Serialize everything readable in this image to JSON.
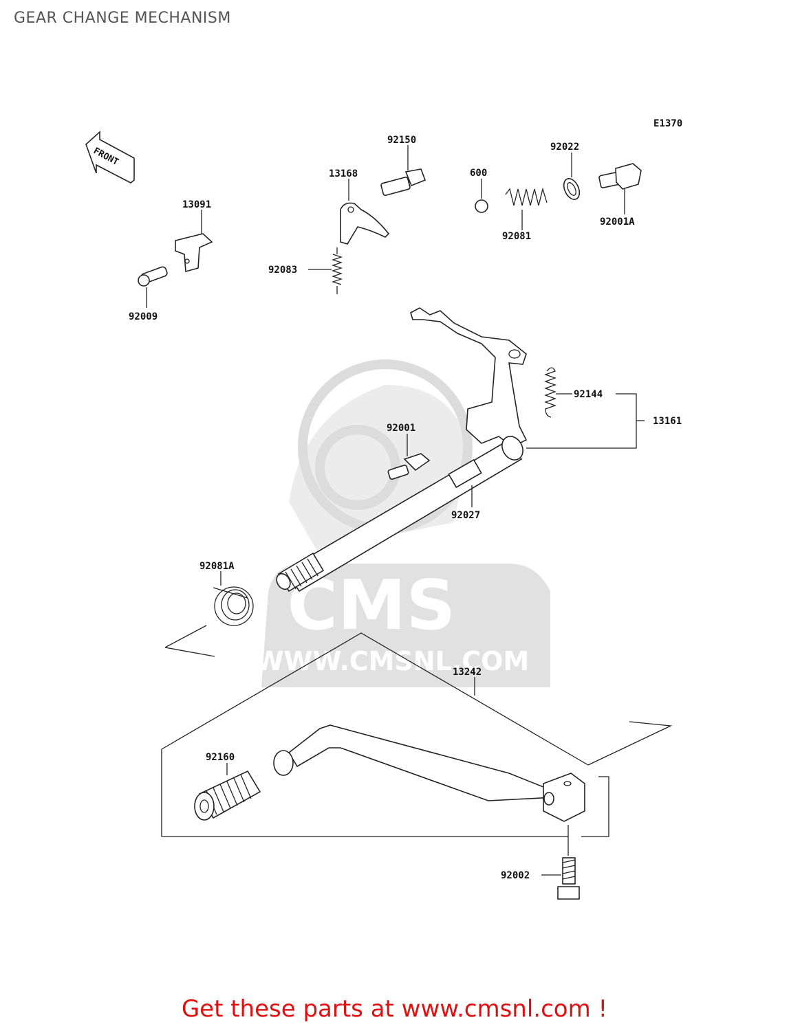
{
  "title": "GEAR CHANGE MECHANISM",
  "diagram_code": "E1370",
  "front_label": "FRONT",
  "watermark": {
    "logo_text": "CMS",
    "url_text": "WWW.CMSNL.COM"
  },
  "parts": {
    "p13091": "13091",
    "p92009": "92009",
    "p13168": "13168",
    "p92150": "92150",
    "p92083": "92083",
    "p600": "600",
    "p92081": "92081",
    "p92022": "92022",
    "p92001A": "92001A",
    "p92144": "92144",
    "p13161": "13161",
    "p92001": "92001",
    "p92027": "92027",
    "p92081A": "92081A",
    "p13242": "13242",
    "p92160": "92160",
    "p92002": "92002"
  },
  "footer": "Get these parts at www.cmsnl.com !",
  "colors": {
    "footer": "#e01010",
    "title": "#555555",
    "watermark": "#dcdcdc"
  }
}
